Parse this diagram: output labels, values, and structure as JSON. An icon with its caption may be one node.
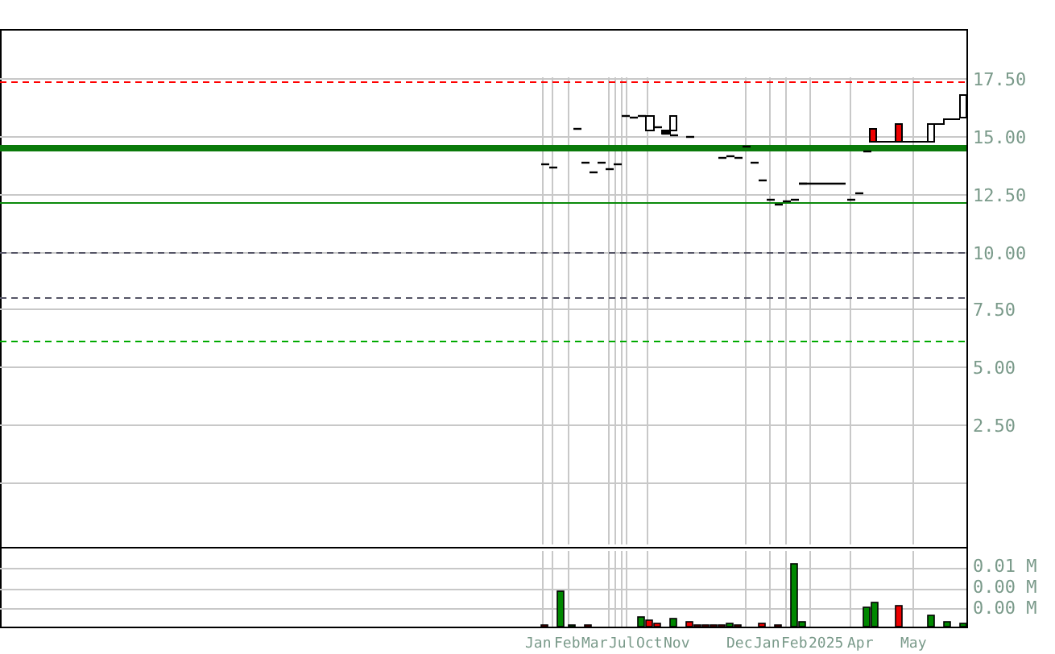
{
  "diagram": {
    "labels": [
      "17.50",
      "15.00",
      "12.50",
      "10.00",
      "7.50",
      "5.00",
      "2.50",
      "0.01 M",
      "0.00 M",
      "0.00 M",
      "Jan",
      "Feb",
      "Mar",
      "Jul",
      "Oct",
      "Nov",
      "Dec",
      "Jan",
      "Feb",
      "2025",
      "Apr",
      "May"
    ]
  }
}
